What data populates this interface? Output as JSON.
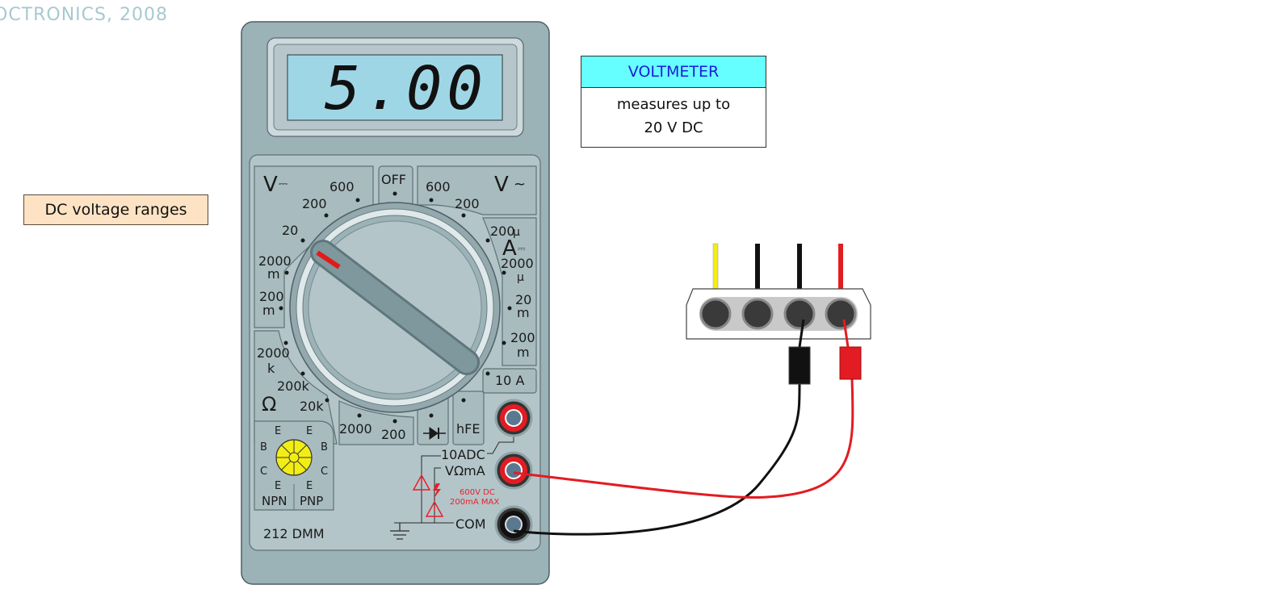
{
  "copyright": "OCTRONICS, 2008",
  "range_button": "DC voltage ranges",
  "info": {
    "title": "VOLTMETER",
    "line1": "measures up to",
    "line2": "20 V DC"
  },
  "meter": {
    "display": "5.00",
    "model": "212 DMM",
    "dial": {
      "vdc_symbol": "V",
      "vdc_labels": [
        "600",
        "200",
        "20",
        "2000",
        "m",
        "200",
        "m"
      ],
      "off": "OFF",
      "vac_labels": [
        "600",
        "200"
      ],
      "vac_symbol": "V",
      "adc_labels": [
        "200",
        "µ",
        "A",
        "2000",
        "µ",
        "20",
        "m",
        "200",
        "m"
      ],
      "amp10": "10 A",
      "ohm_labels": [
        "2000",
        "k",
        "200k",
        "20k",
        "2000",
        "200"
      ],
      "ohm_symbol": "Ω",
      "hfe": "hFE"
    },
    "transistor": {
      "labels": [
        "E",
        "E",
        "B",
        "B",
        "C",
        "C",
        "E",
        "E"
      ],
      "npn": "NPN",
      "pnp": "PNP"
    },
    "jacks": {
      "adc": "10ADC",
      "vma": "VΩmA",
      "com": "COM",
      "warning1": "600V DC",
      "warning2": "200mA MAX"
    }
  },
  "colors": {
    "meter_body": "#9bb2b7",
    "lcd": "#9fd6e6",
    "info_header": "#66ffff",
    "range_button_bg": "#fde3c4",
    "probe_red": "#e8212a",
    "probe_black": "#111111",
    "wire_yellow": "#f2ee14"
  }
}
